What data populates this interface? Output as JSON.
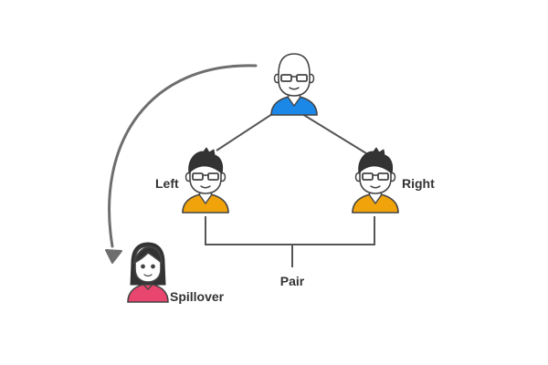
{
  "labels": {
    "left": "Left",
    "right": "Right",
    "pair": "Pair",
    "spillover": "Spillover"
  },
  "colors": {
    "top_shirt": "#1b87e6",
    "left_shirt": "#f0a30a",
    "right_shirt": "#f0a30a",
    "spillover_shirt": "#e8466e",
    "connector_line": "#555555",
    "bracket_line": "#555555",
    "arrow": "#6e6e6e",
    "label_text": "#333333"
  },
  "icons": {
    "top": "bald-man-with-glasses-avatar-icon",
    "left": "man-with-glasses-avatar-icon",
    "right": "man-with-glasses-avatar-icon",
    "spillover": "woman-avatar-icon",
    "arrow": "curved-arrow-icon"
  }
}
